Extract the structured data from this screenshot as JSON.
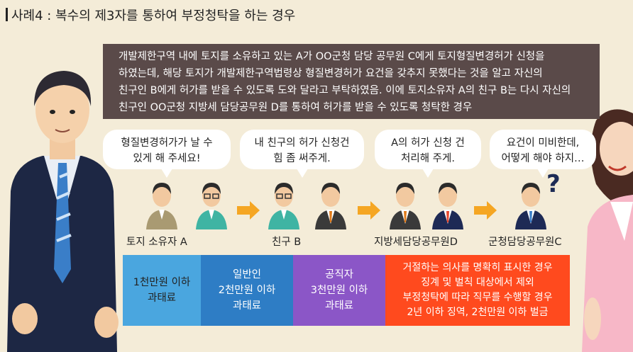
{
  "title": "사례4 : 복수의 제3자를 통하여 부정청탁을 하는 경우",
  "description": [
    "개발제한구역 내에 토지를 소유하고 있는 A가 OO군청 담당 공무원 C에게 토지형질변경허가 신청을",
    "하였는데, 해당 토지가 개발제한구역법령상 형질변경허가 요건을 갖추지 못했다는 것을 알고 자신의",
    "친구인 B에게 허가를 받을 수 있도록 도와 달라고 부탁하였음. 이에 토지소유자 A의 친구 B는 다시 자신의",
    "친구인 OO군청 지방세 담당공무원 D를 통하여 허가를 받을 수 있도록 청탁한 경우"
  ],
  "bubbles": [
    [
      "형질변경허가가 날 수",
      "있게 해 주세요!"
    ],
    [
      "내 친구의 허가 신청건",
      "힘 좀 써주게."
    ],
    [
      "A의 허가 신청 건",
      "처리해 주게."
    ],
    [
      "요건이 미비한데,",
      "어떻게 해야 하지…"
    ]
  ],
  "labels": [
    "토지 소유자 A",
    "친구 B",
    "지방세담당공무원D",
    "군청담당공무원C"
  ],
  "penalties": [
    [
      "1천만원 이하",
      "과태료"
    ],
    [
      "일반인",
      "2천만원 이하",
      "과태료"
    ],
    [
      "공직자",
      "3천만원 이하",
      "과태료"
    ],
    [
      "거절하는 의사를 명확히 표시한 경우",
      "징계 및 벌칙 대상에서 제외",
      "부정청탁에 따라 직무를 수행할 경우",
      "2년 이하 징역, 2천만원 이하 벌금"
    ]
  ],
  "question_mark": "?",
  "colors": {
    "background": "#f4ecd8",
    "description_box": "#5a4a49",
    "penalty_1": "#4aa6df",
    "penalty_2": "#2e7dc5",
    "penalty_3": "#8b56c7",
    "penalty_4": "#ff4a1e",
    "arrow": "#f5a623"
  }
}
